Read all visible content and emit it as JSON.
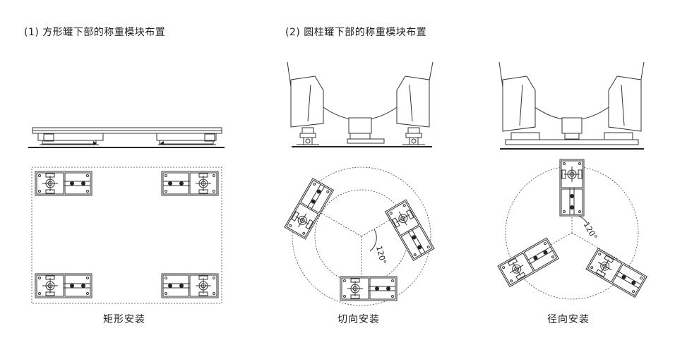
{
  "headings": {
    "left": "(1) 方形罐下部的称重模块布置",
    "right": "(2) 圆柱罐下部的称重模块布置"
  },
  "captions": {
    "rect": "矩形安装",
    "tangent": "切向安装",
    "radial": "径向安装"
  },
  "angle_labels": {
    "tangent": "120°",
    "radial": "120°"
  }
}
